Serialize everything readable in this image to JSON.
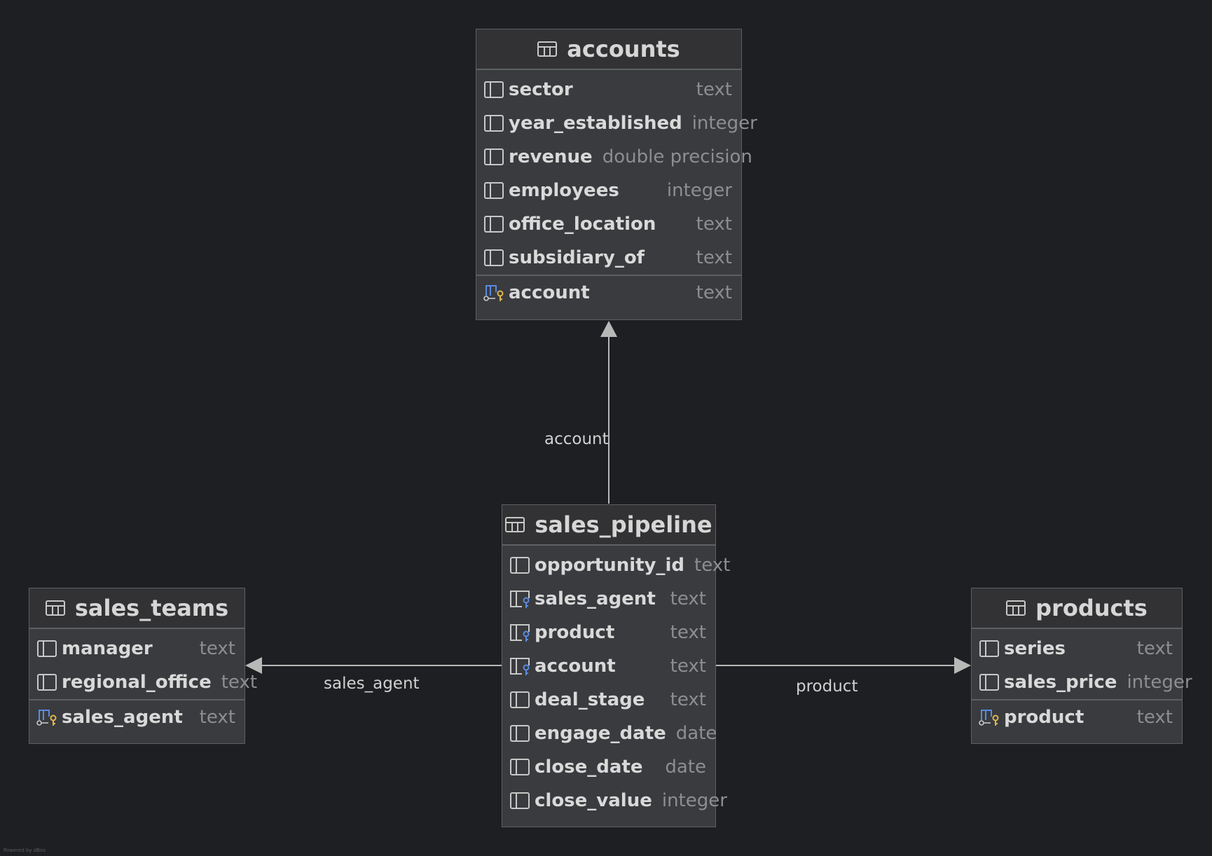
{
  "tables": {
    "accounts": {
      "name": "accounts",
      "columns": [
        {
          "name": "sector",
          "type": "text"
        },
        {
          "name": "year_established",
          "type": "integer"
        },
        {
          "name": "revenue",
          "type": "double precision"
        },
        {
          "name": "employees",
          "type": "integer"
        },
        {
          "name": "office_location",
          "type": "text"
        },
        {
          "name": "subsidiary_of",
          "type": "text"
        }
      ],
      "keys": [
        {
          "name": "account",
          "type": "text",
          "icon": "primary-key-icon"
        }
      ]
    },
    "sales_pipeline": {
      "name": "sales_pipeline",
      "columns": [
        {
          "name": "opportunity_id",
          "type": "text",
          "icon": "column-icon"
        },
        {
          "name": "sales_agent",
          "type": "text",
          "icon": "foreign-key-icon"
        },
        {
          "name": "product",
          "type": "text",
          "icon": "foreign-key-icon"
        },
        {
          "name": "account",
          "type": "text",
          "icon": "foreign-key-icon"
        },
        {
          "name": "deal_stage",
          "type": "text",
          "icon": "column-icon"
        },
        {
          "name": "engage_date",
          "type": "date",
          "icon": "column-icon"
        },
        {
          "name": "close_date",
          "type": "date",
          "icon": "column-icon"
        },
        {
          "name": "close_value",
          "type": "integer",
          "icon": "column-icon"
        }
      ]
    },
    "sales_teams": {
      "name": "sales_teams",
      "columns": [
        {
          "name": "manager",
          "type": "text"
        },
        {
          "name": "regional_office",
          "type": "text"
        }
      ],
      "keys": [
        {
          "name": "sales_agent",
          "type": "text",
          "icon": "primary-key-icon"
        }
      ]
    },
    "products": {
      "name": "products",
      "columns": [
        {
          "name": "series",
          "type": "text"
        },
        {
          "name": "sales_price",
          "type": "integer"
        }
      ],
      "keys": [
        {
          "name": "product",
          "type": "text",
          "icon": "primary-key-icon"
        }
      ]
    }
  },
  "relations": [
    {
      "from": "sales_pipeline",
      "to": "accounts",
      "label": "account"
    },
    {
      "from": "sales_pipeline",
      "to": "sales_teams",
      "label": "sales_agent"
    },
    {
      "from": "sales_pipeline",
      "to": "products",
      "label": "product"
    }
  ],
  "footer": "Powered by dBos",
  "colors": {
    "background": "#1e1f22",
    "table_body": "#393b3e",
    "table_header": "#323234",
    "border": "#5d6063",
    "connector": "#b8b8b8",
    "fk_blue": "#5a8be0",
    "pk_gold": "#e0b64b"
  }
}
